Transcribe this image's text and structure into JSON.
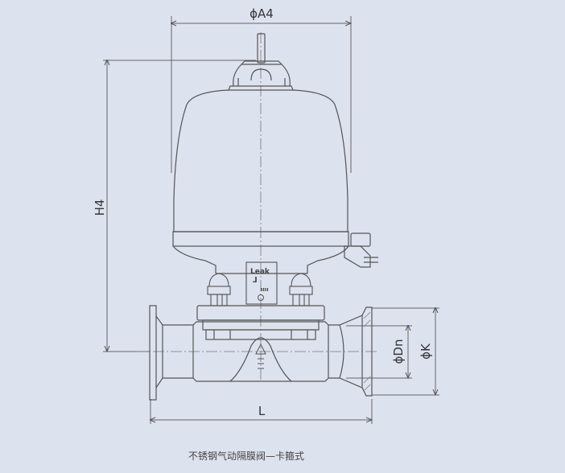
{
  "dimensions": {
    "top_width": "ϕA4",
    "height": "H4",
    "bore": "ϕDn",
    "flange": "ϕK",
    "length": "L"
  },
  "body_text": {
    "leak": "Leak",
    "leak_glyph": "ᒧ",
    "drip": "ıııı"
  },
  "caption": "不锈钢气动隔膜阀—卡箍式",
  "colors": {
    "background": "#dde2ef",
    "line": "#555555",
    "dim_line": "#666666"
  }
}
